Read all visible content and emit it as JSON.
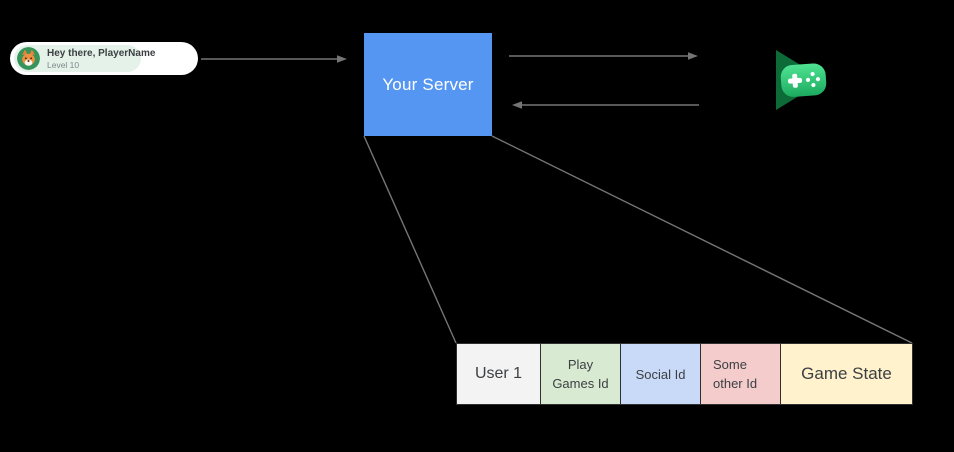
{
  "player_card": {
    "greeting": "Hey there, PlayerName",
    "level": "Level 10",
    "avatar_icon": "fox-avatar-icon",
    "accent_color": "#e4f2ea"
  },
  "server_box": {
    "label": "Your Server",
    "color": "#5596f2"
  },
  "play_games_logo": {
    "name": "google-play-games-logo",
    "triangle_color": "#0d6b38",
    "gamepad_color_top": "#4fe393",
    "gamepad_color_bottom": "#1cab5f"
  },
  "connectors": {
    "color": "#757575",
    "description": "card-to-server arrow, server-to-playgames arrow, playgames-to-server arrow, two diagonal lines from server to table corners"
  },
  "table": {
    "cells": [
      {
        "label": "User 1",
        "color": "#f3f3f3"
      },
      {
        "label": "Play Games Id",
        "color": "#d9ead3"
      },
      {
        "label": "Social Id",
        "color": "#c9daf8"
      },
      {
        "label": "Some other Id",
        "color": "#f4cccc"
      },
      {
        "label": "Game State",
        "color": "#fff2cc"
      }
    ]
  }
}
